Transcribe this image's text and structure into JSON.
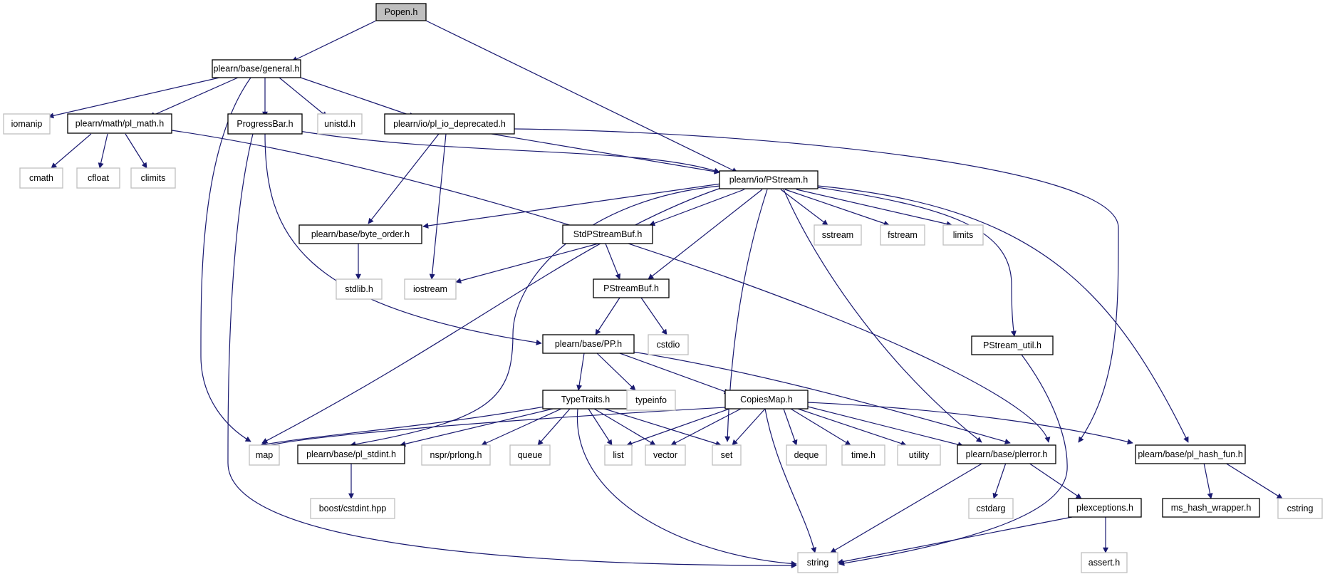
{
  "graph": {
    "colors": {
      "edge": "#191970",
      "local_border": "#000000",
      "system_border": "#bfbfbf",
      "root_fill": "#bfbfbf",
      "fill": "#ffffff"
    },
    "nodes": [
      {
        "id": "popen",
        "label": "Popen.h",
        "kind": "root"
      },
      {
        "id": "general",
        "label": "plearn/base/general.h",
        "kind": "local"
      },
      {
        "id": "pstream",
        "label": "plearn/io/PStream.h",
        "kind": "local"
      },
      {
        "id": "iomanip",
        "label": "iomanip",
        "kind": "system"
      },
      {
        "id": "plmath",
        "label": "plearn/math/pl_math.h",
        "kind": "local"
      },
      {
        "id": "progressbar",
        "label": "ProgressBar.h",
        "kind": "local"
      },
      {
        "id": "unistd",
        "label": "unistd.h",
        "kind": "system"
      },
      {
        "id": "pliodep",
        "label": "plearn/io/pl_io_deprecated.h",
        "kind": "local"
      },
      {
        "id": "cmath",
        "label": "cmath",
        "kind": "system"
      },
      {
        "id": "cfloat",
        "label": "cfloat",
        "kind": "system"
      },
      {
        "id": "climits",
        "label": "climits",
        "kind": "system"
      },
      {
        "id": "byteorder",
        "label": "plearn/base/byte_order.h",
        "kind": "local"
      },
      {
        "id": "stdpsb",
        "label": "StdPStreamBuf.h",
        "kind": "local"
      },
      {
        "id": "sstream",
        "label": "sstream",
        "kind": "system"
      },
      {
        "id": "fstream",
        "label": "fstream",
        "kind": "system"
      },
      {
        "id": "limits",
        "label": "limits",
        "kind": "system"
      },
      {
        "id": "stdlib",
        "label": "stdlib.h",
        "kind": "system"
      },
      {
        "id": "iostream",
        "label": "iostream",
        "kind": "system"
      },
      {
        "id": "psb",
        "label": "PStreamBuf.h",
        "kind": "local"
      },
      {
        "id": "pp",
        "label": "plearn/base/PP.h",
        "kind": "local"
      },
      {
        "id": "cstdio",
        "label": "cstdio",
        "kind": "system"
      },
      {
        "id": "psutil",
        "label": "PStream_util.h",
        "kind": "local"
      },
      {
        "id": "typetraits",
        "label": "TypeTraits.h",
        "kind": "local"
      },
      {
        "id": "typeinfo",
        "label": "typeinfo",
        "kind": "system"
      },
      {
        "id": "copiesmap",
        "label": "CopiesMap.h",
        "kind": "local"
      },
      {
        "id": "map",
        "label": "map",
        "kind": "system"
      },
      {
        "id": "plstdint",
        "label": "plearn/base/pl_stdint.h",
        "kind": "local"
      },
      {
        "id": "prlong",
        "label": "nspr/prlong.h",
        "kind": "system"
      },
      {
        "id": "queue",
        "label": "queue",
        "kind": "system"
      },
      {
        "id": "list",
        "label": "list",
        "kind": "system"
      },
      {
        "id": "vector",
        "label": "vector",
        "kind": "system"
      },
      {
        "id": "set",
        "label": "set",
        "kind": "system"
      },
      {
        "id": "deque",
        "label": "deque",
        "kind": "system"
      },
      {
        "id": "timeh",
        "label": "time.h",
        "kind": "system"
      },
      {
        "id": "utility",
        "label": "utility",
        "kind": "system"
      },
      {
        "id": "plerror",
        "label": "plearn/base/plerror.h",
        "kind": "local"
      },
      {
        "id": "plhash",
        "label": "plearn/base/pl_hash_fun.h",
        "kind": "local"
      },
      {
        "id": "boostcstdint",
        "label": "boost/cstdint.hpp",
        "kind": "system"
      },
      {
        "id": "cstdarg",
        "label": "cstdarg",
        "kind": "system"
      },
      {
        "id": "plexceptions",
        "label": "plexceptions.h",
        "kind": "local"
      },
      {
        "id": "mshash",
        "label": "ms_hash_wrapper.h",
        "kind": "local"
      },
      {
        "id": "cstring",
        "label": "cstring",
        "kind": "system"
      },
      {
        "id": "string",
        "label": "string",
        "kind": "system"
      },
      {
        "id": "asserth",
        "label": "assert.h",
        "kind": "system"
      }
    ]
  }
}
